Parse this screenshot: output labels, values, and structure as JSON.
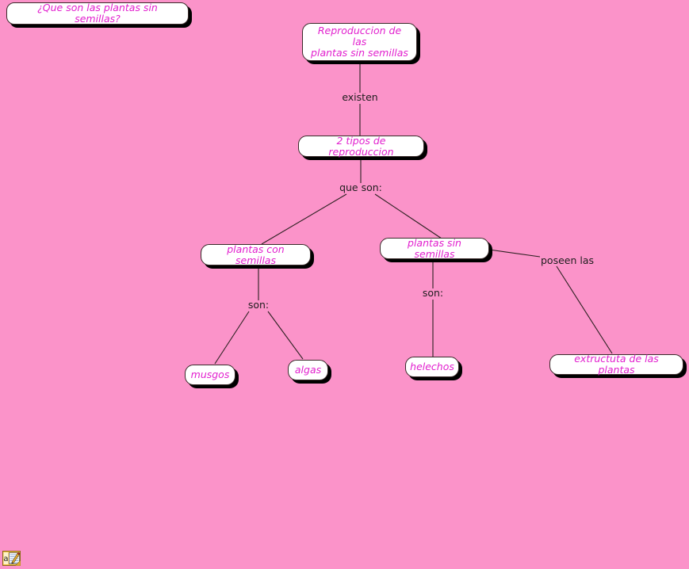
{
  "app": {
    "background_color": "#fb93c9",
    "node_fill": "#ffffff",
    "node_text_color": "#e21fce",
    "link_label_color": "#1d1d1d",
    "shadow_color": "#000000"
  },
  "title_box": {
    "text": "¿Que son las plantas sin semillas?"
  },
  "nodes": {
    "root": "Reproduccion de las\nplantas sin semillas",
    "tipos": "2 tipos de reproduccion",
    "con_semillas": "plantas con semillas",
    "sin_semillas": "plantas sin semillas",
    "musgos": "musgos",
    "algas": "algas",
    "helechos": "helechos",
    "estructura": "extructuta de las plantas"
  },
  "link_labels": {
    "existen": "existen",
    "que_son": "que son:",
    "son_izq": "son:",
    "son_der": "son:",
    "poseen_las": "poseen las"
  },
  "icons": {
    "annotation": "note-annotation-icon",
    "annotation_letter": "a"
  },
  "chart_data": {
    "type": "diagram",
    "title": "¿Que son las plantas sin semillas?",
    "nodes": [
      {
        "id": "root",
        "label": "Reproduccion de las plantas sin semillas"
      },
      {
        "id": "tipos",
        "label": "2 tipos de reproduccion"
      },
      {
        "id": "con_semillas",
        "label": "plantas con semillas"
      },
      {
        "id": "sin_semillas",
        "label": "plantas sin semillas"
      },
      {
        "id": "musgos",
        "label": "musgos"
      },
      {
        "id": "algas",
        "label": "algas"
      },
      {
        "id": "helechos",
        "label": "helechos"
      },
      {
        "id": "estructura",
        "label": "extructuta de las plantas"
      }
    ],
    "edges": [
      {
        "from": "root",
        "to": "tipos",
        "label": "existen"
      },
      {
        "from": "tipos",
        "to": "con_semillas",
        "label": "que son:"
      },
      {
        "from": "tipos",
        "to": "sin_semillas",
        "label": "que son:"
      },
      {
        "from": "con_semillas",
        "to": "musgos",
        "label": "son:"
      },
      {
        "from": "con_semillas",
        "to": "algas",
        "label": "son:"
      },
      {
        "from": "sin_semillas",
        "to": "helechos",
        "label": "son:"
      },
      {
        "from": "sin_semillas",
        "to": "estructura",
        "label": "poseen las"
      }
    ]
  }
}
